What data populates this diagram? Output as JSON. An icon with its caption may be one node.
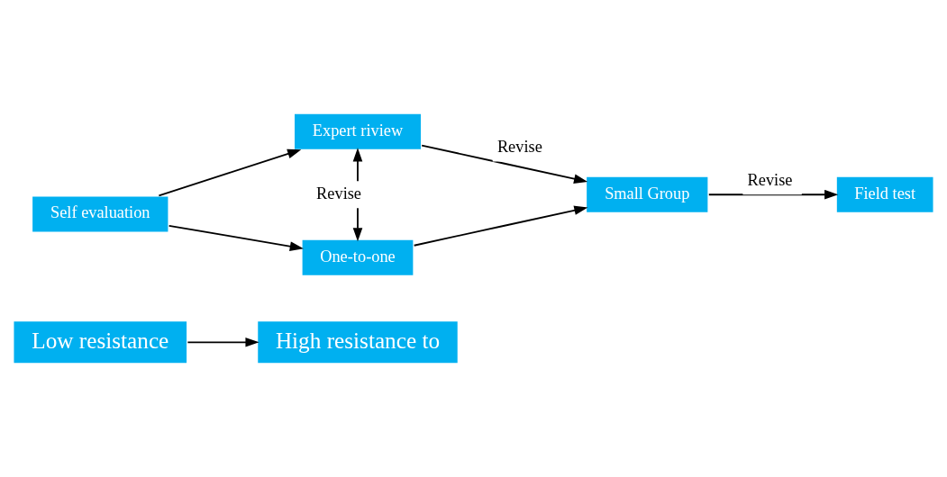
{
  "diagram": {
    "nodes": [
      {
        "text": [
          "Low resistance"
        ]
      },
      {
        "text": [
          "High resistance to"
        ]
      },
      {
        "text": [
          "Expert riview"
        ]
      },
      {
        "text": [
          "Self evaluation"
        ]
      },
      {
        "text": [
          "One-to-one"
        ]
      },
      {
        "text": [
          "Small Group"
        ]
      },
      {
        "text": [
          "Field test"
        ]
      }
    ],
    "edges": [
      {
        "from": 0,
        "to": 1,
        "arrow": "to"
      },
      {
        "from": 3,
        "to": 2,
        "arrow": "to"
      },
      {
        "from": 3,
        "to": 4,
        "arrow": "to"
      },
      {
        "from": 2,
        "to": 4,
        "arrow": "both",
        "label": "Revise"
      },
      {
        "from": 2,
        "to": 5,
        "arrow": "to",
        "label": "Revise"
      },
      {
        "from": 4,
        "to": 5,
        "arrow": "to"
      },
      {
        "from": 5,
        "to": 6,
        "arrow": "to",
        "label": "Revise"
      }
    ]
  }
}
